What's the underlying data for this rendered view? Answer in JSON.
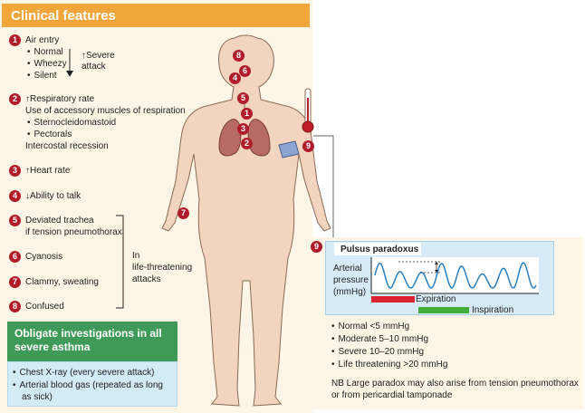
{
  "clinical_features": {
    "title": "Clinical features",
    "items": [
      {
        "num": "1",
        "label": "Air entry",
        "sub": [
          "Normal",
          "Wheezy",
          "Silent"
        ],
        "side_note": "↑Severe",
        "side_note2": "attack"
      },
      {
        "num": "2",
        "label": "↑Respiratory rate",
        "line2": "Use of accessory muscles of respiration",
        "sub": [
          "Sternocleidomastoid",
          "Pectorals"
        ],
        "line3": "Intercostal recession"
      },
      {
        "num": "3",
        "label": "↑Heart rate"
      },
      {
        "num": "4",
        "label": "↓Ability to talk"
      },
      {
        "num": "5",
        "label": "Deviated trachea",
        "line2": "if tension pneumothorax"
      },
      {
        "num": "6",
        "label": "Cyanosis"
      },
      {
        "num": "7",
        "label": "Clammy, sweating"
      },
      {
        "num": "8",
        "label": "Confused"
      }
    ],
    "life_threatening": [
      "In",
      "life-threatening",
      "attacks"
    ]
  },
  "obligate": {
    "title_line1": "Obligate investigations in all",
    "title_line2": "severe asthma",
    "items": [
      "Chest X-ray (every severe attack)",
      "Arterial blood gas (repeated as long",
      "as sick)"
    ]
  },
  "body_markers": [
    "8",
    "6",
    "4",
    "5",
    "1",
    "3",
    "2",
    "7",
    "9"
  ],
  "pulsus": {
    "marker": "9",
    "title": "Pulsus paradoxus",
    "ylabel": [
      "Arterial",
      "pressure",
      "(mmHg)"
    ],
    "expiration": "Expiration",
    "inspiration": "Inspiration",
    "ranges": [
      "Normal <5 mmHg",
      "Moderate 5–10 mmHg",
      "Severe 10–20 mmHg",
      "Life threatening >20 mmHg"
    ],
    "note_line1": "NB Large paradox may also arise from tension pneumothorax",
    "note_line2": "or from pericardial tamponade"
  },
  "colors": {
    "header_orange": "#f0a63a",
    "marker_red": "#b01c2a",
    "oblig_green": "#3f9a58",
    "info_blue": "#d6eaf8",
    "wave_blue": "#2a7fc0",
    "expiration_red": "#d9232e",
    "inspiration_green": "#3fae3a",
    "skin": "#f2d4bf"
  }
}
